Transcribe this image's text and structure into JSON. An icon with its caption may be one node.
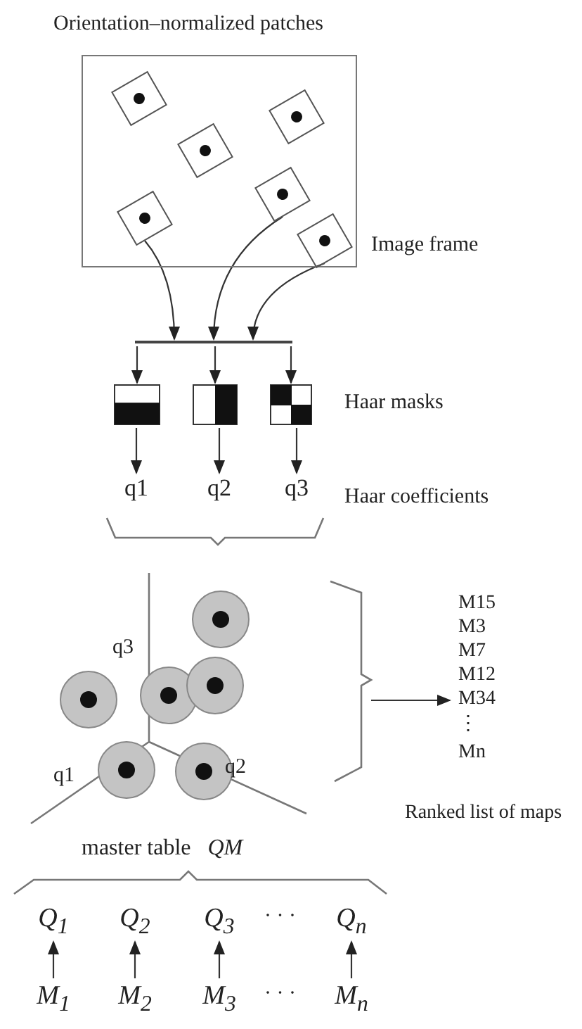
{
  "diagram": {
    "nodes": [
      {
        "text": [
          "Orientation–normalized patches"
        ],
        "beside": [
          "Image frame"
        ]
      },
      {
        "text": [],
        "shape": "box",
        "in": 0
      },
      {
        "text": [],
        "shape": "box",
        "in": 0
      },
      {
        "text": [],
        "shape": "box",
        "in": 0
      },
      {
        "text": [],
        "shape": "box",
        "in": 0
      },
      {
        "text": [],
        "shape": "box",
        "in": 0
      },
      {
        "text": [],
        "shape": "box",
        "in": 0
      },
      {
        "text": [],
        "shape": "bar"
      },
      {
        "text": [],
        "shape": "box"
      },
      {
        "text": [],
        "shape": "box"
      },
      {
        "text": [],
        "shape": "box"
      },
      {
        "text": [
          "q1"
        ]
      },
      {
        "text": [
          "q2"
        ]
      },
      {
        "text": [
          "q3"
        ]
      },
      {
        "text": [],
        "shape": "picture"
      },
      {
        "text": [
          "M15",
          "M3",
          "M7",
          "M12",
          "M34",
          "⋮",
          "Mn"
        ],
        "beside": [
          "Ranked list of maps"
        ]
      },
      {
        "text": [
          "Q$_{1}$"
        ]
      },
      {
        "text": [
          "Q$_{2}$"
        ]
      },
      {
        "text": [
          "Q$_{3}$"
        ]
      },
      {
        "text": [
          "Q$_{n}$"
        ]
      },
      {
        "text": [
          "M$_{1}$"
        ]
      },
      {
        "text": [
          "M$_{2}$"
        ]
      },
      {
        "text": [
          "M$_{3}$"
        ]
      },
      {
        "text": [
          "M$_{n}$"
        ]
      }
    ],
    "edges": [
      {
        "from": 5,
        "to": 7,
        "arrow": "to"
      },
      {
        "from": 4,
        "to": 7,
        "arrow": "to"
      },
      {
        "from": 6,
        "to": 7,
        "arrow": "to"
      },
      {
        "from": 7,
        "to": 8,
        "arrow": "to"
      },
      {
        "from": 7,
        "to": 9,
        "arrow": "to"
      },
      {
        "from": 7,
        "to": 10,
        "arrow": "to"
      },
      {
        "from": 8,
        "to": 11,
        "arrow": "to"
      },
      {
        "from": 9,
        "to": 12,
        "arrow": "to"
      },
      {
        "from": 10,
        "to": 13,
        "arrow": "to"
      },
      {
        "from": 14,
        "to": 15,
        "arrow": "to"
      },
      {
        "from": 20,
        "to": 16,
        "arrow": "to"
      },
      {
        "from": 21,
        "to": 17,
        "arrow": "to"
      },
      {
        "from": 22,
        "to": 18,
        "arrow": "to"
      },
      {
        "from": 23,
        "to": 19,
        "arrow": "to"
      }
    ],
    "labels": [
      "Haar masks",
      "Haar coefficients",
      "q3",
      "q1",
      "q2",
      "master table *QM*",
      "· · ·",
      "· · ·"
    ]
  }
}
